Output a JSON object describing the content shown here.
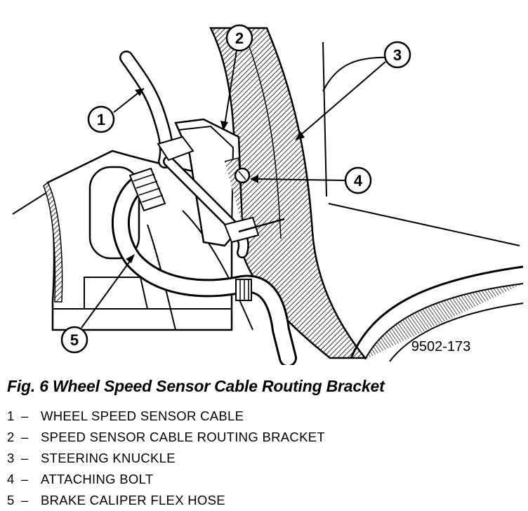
{
  "figure": {
    "callouts": [
      {
        "n": "1"
      },
      {
        "n": "2"
      },
      {
        "n": "3"
      },
      {
        "n": "4"
      },
      {
        "n": "5"
      }
    ],
    "code": "9502-173"
  },
  "caption": "Fig. 6 Wheel Speed Sensor Cable Routing Bracket",
  "legend": [
    {
      "num": "1",
      "sep": "–",
      "text": "WHEEL SPEED SENSOR CABLE"
    },
    {
      "num": "2",
      "sep": "–",
      "text": "SPEED SENSOR CABLE ROUTING BRACKET"
    },
    {
      "num": "3",
      "sep": "–",
      "text": "STEERING KNUCKLE"
    },
    {
      "num": "4",
      "sep": "–",
      "text": "ATTACHING BOLT"
    },
    {
      "num": "5",
      "sep": "–",
      "text": "BRAKE CALIPER FLEX HOSE"
    }
  ]
}
